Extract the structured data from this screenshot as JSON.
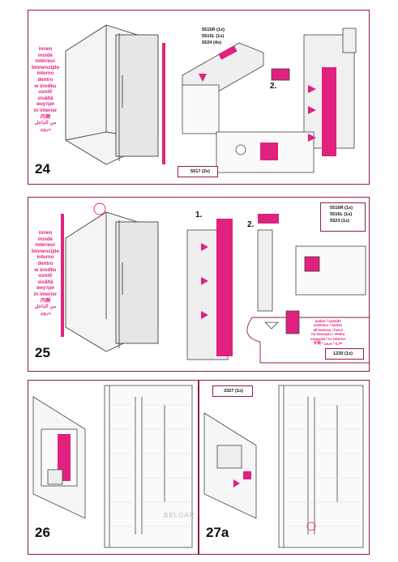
{
  "steps": {
    "s24": {
      "number": "24"
    },
    "s25": {
      "number": "25"
    },
    "s26": {
      "number": "26"
    },
    "s27a": {
      "number": "27a"
    }
  },
  "inside_labels": [
    "innen",
    "inside",
    "intérieur",
    "binnenzijde",
    "interno",
    "dentro",
    "w środku",
    "uvnitř",
    "sisältä",
    "внутри",
    "în interior",
    "内側",
    "من الداخل",
    "درون"
  ],
  "parts_24": [
    "5515R (1x)",
    "5515L (1x)",
    "5524 (4x)"
  ],
  "part_24b": "5517 (2x)",
  "parts_25": [
    "5516R (1x)",
    "5516L (1x)",
    "5523 (1x)"
  ],
  "part_25b": "1230 (1x)",
  "part_27a": "3327 (1x)",
  "callout_25": [
    "außen / outside",
    "extérieur / buiten",
    "all'esterno / fuera",
    "na zewnątrz / venku",
    "снаружи / în exterior",
    "外側 / خارج / بیرون"
  ],
  "step_marks": {
    "a": "1.",
    "b": "2."
  },
  "watermark": "BELGAR",
  "colors": {
    "accent": "#e0217e",
    "frame": "#8a1d52"
  }
}
